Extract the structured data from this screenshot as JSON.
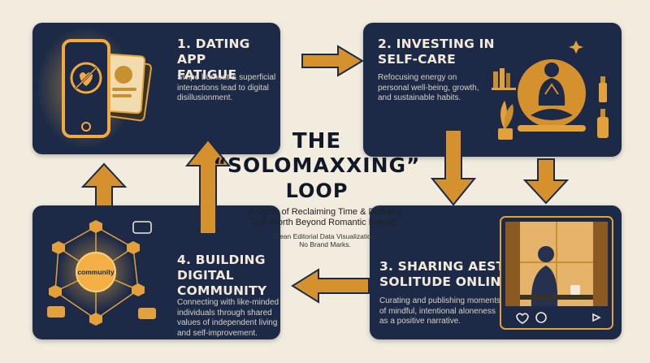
{
  "diagram": {
    "title_line1": "The",
    "title_line2": "“Solomaxxing”",
    "title_line3": "Loop",
    "subtitle": "A Cycle of Reclaiming Time & Defining\nSelf-Worth Beyond Romantic Pursuit.",
    "note": "Clean Editorial Data Visualization.\nNo Brand Marks."
  },
  "steps": [
    {
      "title": "1. Dating App\nFatigue",
      "description": "Swipe burnout & superficial\ninteractions lead to digital\ndisillusionment.",
      "icon": "phone-with-broken-heart-icon"
    },
    {
      "title": "2. Investing in\nSelf-Care",
      "description": "Refocusing energy on\npersonal well-being, growth,\nand sustainable habits.",
      "icon": "meditating-person-icon"
    },
    {
      "title": "3. Sharing Aesthetic\nSolitude Online",
      "description": "Curating and publishing moments\nof mindful, intentional aloneness\nas a positive narrative.",
      "icon": "social-post-icon"
    },
    {
      "title": "4. Building\nDigital\nCommunity",
      "description": "Connecting with like-minded\nindividuals through shared\nvalues of independent living\nand self-improvement.",
      "icon": "network-icon",
      "hub_label": "community"
    }
  ],
  "colors": {
    "background": "#f2ecdf",
    "card": "#1c2a47",
    "accent": "#e3a13c",
    "arrow": "#d6912f",
    "text_light": "#f3eadb"
  }
}
